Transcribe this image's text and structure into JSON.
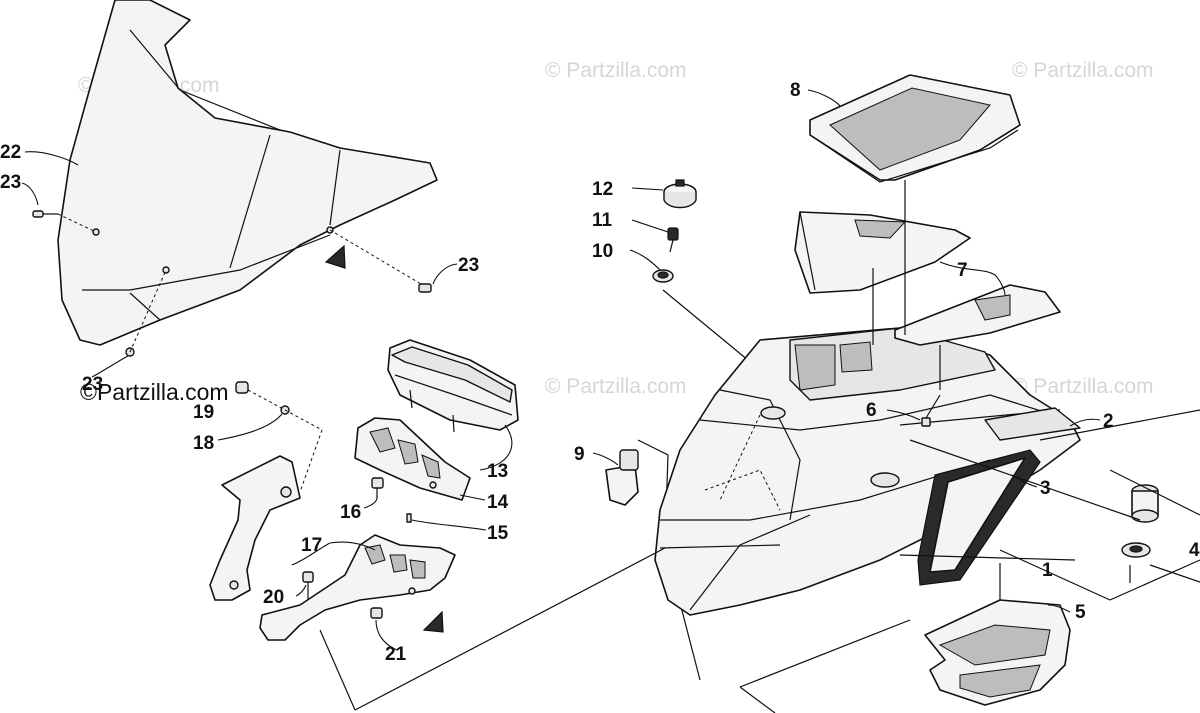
{
  "watermarks": [
    "© Partzilla.com",
    "© Partzilla.com",
    "© Partzilla.com",
    "© Partzilla.com",
    "© Partzilla.com",
    "© Partzilla.com"
  ],
  "watermark_prominent": "©Partzilla.com",
  "callouts": {
    "c22": "22",
    "c23a": "23",
    "c23b": "23",
    "c23c": "23",
    "c19": "19",
    "c18": "18",
    "c13": "13",
    "c14": "14",
    "c15": "15",
    "c16": "16",
    "c17": "17",
    "c20": "20",
    "c21": "21",
    "c12": "12",
    "c11": "11",
    "c10": "10",
    "c9": "9",
    "c8": "8",
    "c7": "7",
    "c6": "6",
    "c2": "2",
    "c3": "3",
    "c1": "1",
    "c4": "4",
    "c5": "5"
  },
  "colors": {
    "ink": "#111111",
    "part_fill": "#f4f4f4",
    "watermark": "#d6d6d6"
  }
}
